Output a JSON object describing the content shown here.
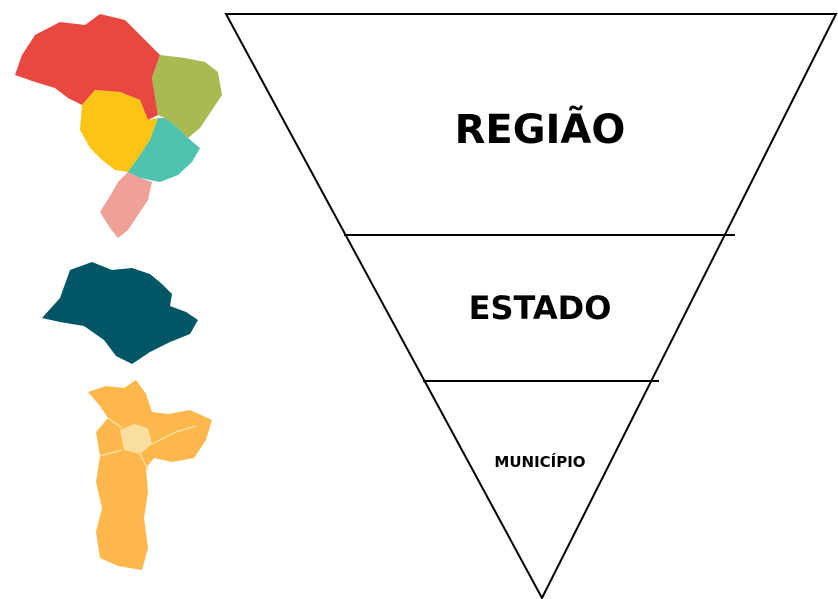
{
  "levels": [
    {
      "label": "REGIÃO"
    },
    {
      "label": "ESTADO"
    },
    {
      "label": "MUNICÍPIO"
    }
  ],
  "maps": [
    {
      "icon": "brazil-regions-map-icon",
      "colors": [
        "#e8483f",
        "#a7bb52",
        "#fcc515",
        "#4fc2b0",
        "#f0a097"
      ]
    },
    {
      "icon": "sao-paulo-state-map-icon",
      "colors": [
        "#005664"
      ]
    },
    {
      "icon": "sao-paulo-city-map-icon",
      "colors": [
        "#fdb74b",
        "#f8df9f"
      ]
    }
  ],
  "colors": {
    "outline": "#000000",
    "background": "#ffffff"
  }
}
